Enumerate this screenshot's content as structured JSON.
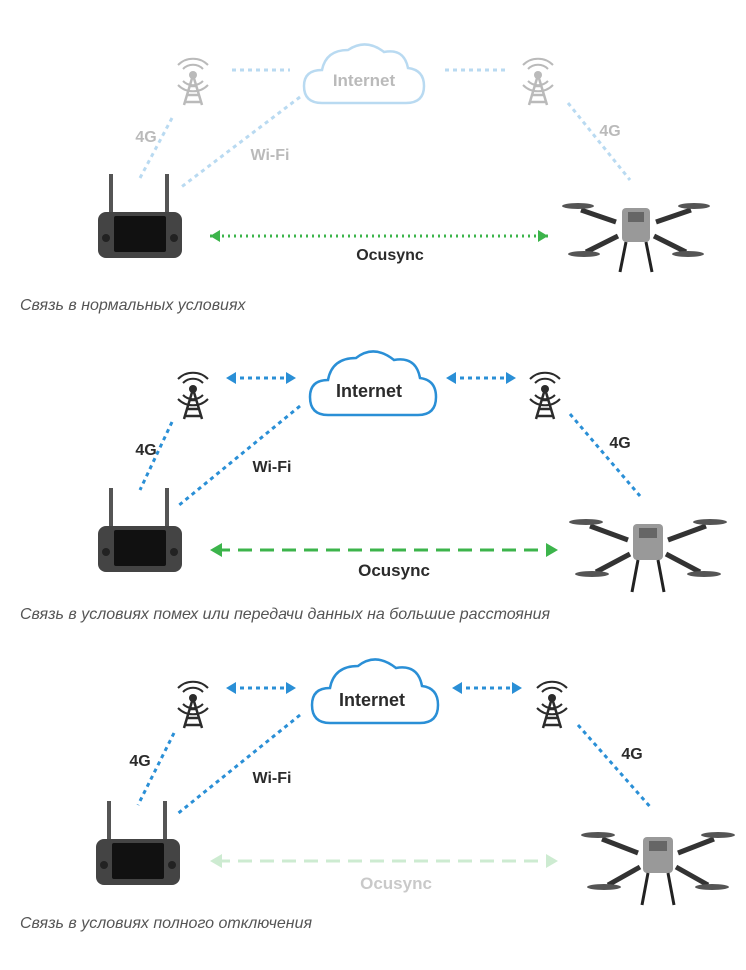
{
  "colors": {
    "blue": "#2a8fd6",
    "green": "#3cb44b",
    "dark": "#2b2b2b"
  },
  "icons": [
    "radio-tower-icon",
    "cloud-icon",
    "remote-controller-icon",
    "drone-icon"
  ],
  "labels": {
    "internet": "Internet",
    "cellular": "4G",
    "wifi": "Wi-Fi",
    "ocusync": "Ocusync"
  },
  "scenarios": [
    {
      "caption": "Связь в нормальных условиях",
      "opacity": 0.32,
      "ocusync_opacity": 1.0,
      "ocusync_style": "dotted"
    },
    {
      "caption": "Связь в условиях помех или передачи данных на большие расстояния",
      "opacity": 1.0,
      "ocusync_opacity": 1.0,
      "ocusync_style": "dashed"
    },
    {
      "caption": "Связь в условиях полного отключения",
      "opacity": 1.0,
      "ocusync_opacity": 0.25,
      "ocusync_style": "dashed"
    }
  ]
}
